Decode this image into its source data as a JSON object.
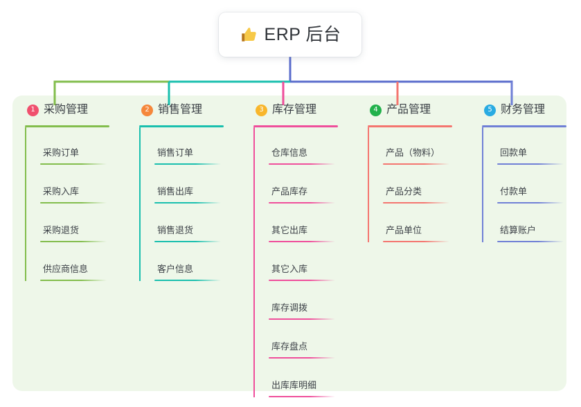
{
  "root": {
    "icon": "thumbs-up-icon",
    "title": "ERP 后台"
  },
  "colors": {
    "panel_bg": "#eef7e9",
    "page_bg": "#ffffff",
    "green": "#82bd4c",
    "teal": "#19bfae",
    "pink": "#ef4e9b",
    "red": "#f4756f",
    "blue": "#6f7fd6",
    "badge1": "#f0506e",
    "badge2": "#f5873b",
    "badge3": "#f8b62b",
    "badge4": "#22b14c",
    "badge5": "#29abe2",
    "root_line": "#5a6ccc",
    "text": "#3a3f45"
  },
  "columns": [
    {
      "index": "1",
      "title": "采购管理",
      "badge_color": "#f0506e",
      "line_color": "#82bd4c",
      "items": [
        "采购订单",
        "采购入库",
        "采购退货",
        "供应商信息"
      ]
    },
    {
      "index": "2",
      "title": "销售管理",
      "badge_color": "#f5873b",
      "line_color": "#19bfae",
      "items": [
        "销售订单",
        "销售出库",
        "销售退货",
        "客户信息"
      ]
    },
    {
      "index": "3",
      "title": "库存管理",
      "badge_color": "#f8b62b",
      "line_color": "#ef4e9b",
      "items": [
        "仓库信息",
        "产品库存",
        "其它出库",
        "其它入库",
        "库存调拨",
        "库存盘点",
        "出库库明细"
      ]
    },
    {
      "index": "4",
      "title": "产品管理",
      "badge_color": "#22b14c",
      "line_color": "#f4756f",
      "items": [
        "产品（物料）",
        "产品分类",
        "产品单位"
      ]
    },
    {
      "index": "5",
      "title": "财务管理",
      "badge_color": "#29abe2",
      "line_color": "#6f7fd6",
      "items": [
        "回款单",
        "付款单",
        "结算账户"
      ]
    }
  ]
}
